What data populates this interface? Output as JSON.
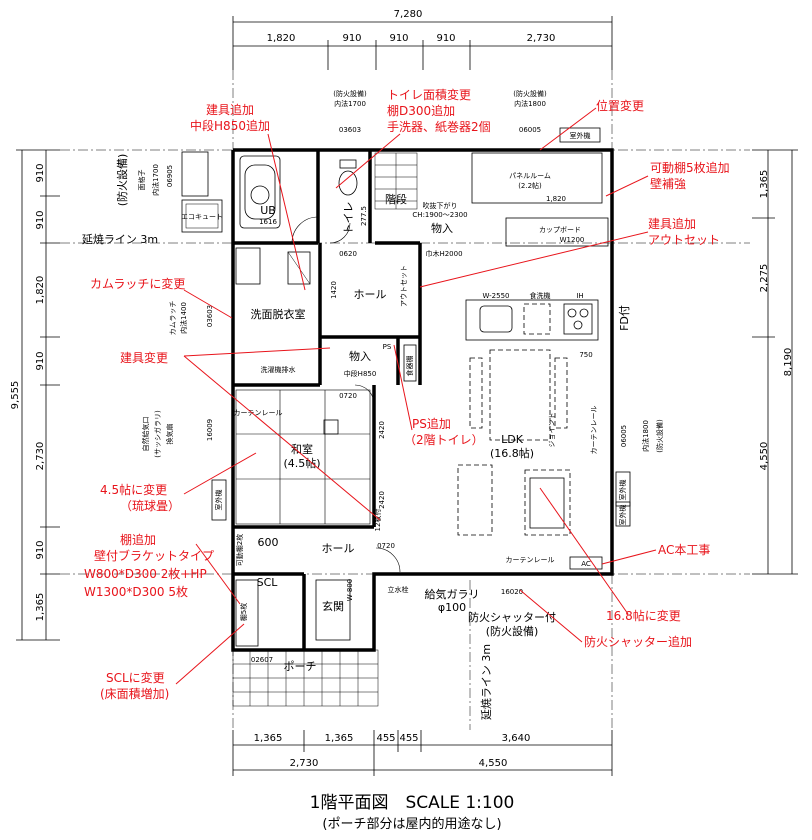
{
  "dims": {
    "top_total": "7,280",
    "top_segments": [
      "1,820",
      "910",
      "910",
      "910",
      "2,730"
    ],
    "bottom_segments": [
      "1,365",
      "1,365",
      "455",
      "455",
      "3,640"
    ],
    "bottom_totals": [
      "2,730",
      "4,550"
    ],
    "left_total": "9,555",
    "left_segments": [
      "910",
      "910",
      "1,820",
      "910",
      "2,730",
      "910",
      "1,365"
    ],
    "right_segments": [
      "1,365",
      "2,275",
      "4,550"
    ],
    "right_total": "8,190"
  },
  "rooms": {
    "ub": "UB",
    "ub_size": "1616",
    "ecocute": "エコキュート",
    "toilet": "トイレ",
    "kaidan": "階段",
    "monoire_top": "物入",
    "hall": "ホール",
    "senmen": "洗面脱衣室",
    "monoire_mid": "物入",
    "nakadan": "中段H850",
    "washitsu": "和室",
    "washitsu_size": "(4.5帖)",
    "ldk": "LDK",
    "ldk_size": "(16.8帖)",
    "hall_bottom": "ホール",
    "genkan": "玄関",
    "scl": "SCL",
    "porch": "ポーチ",
    "panel_room": "パネルルーム",
    "panel_size": "(2.2帖)",
    "cupboard": "カップボード",
    "cupboard_w": "W1200",
    "dishwasher": "食洗機",
    "ih": "IH",
    "counter_w": "W-2550",
    "shokkidana": "食器棚",
    "ps": "PS",
    "tate_mizusen": "立水栓",
    "kyuki_garari": "給気ガラリ",
    "kyuki_phi": "φ100",
    "shutter": "防火シャッター付",
    "shutter2": "(防火設備)",
    "tana_w800": "W-800",
    "ac": "AC",
    "enshou_left": "延焼ライン 3m",
    "enshou_bottom": "延焼ライン 3m",
    "fd": "FD付",
    "rokaku": "600"
  },
  "small_labels": {
    "bouka_left_a": "(防火設備)",
    "bouka_left_b": "面格子",
    "bouka_left_c": "内法1700",
    "code_06905": "06905",
    "bouka_top1": "(防火設備)",
    "bouka_top1_size": "内法1700",
    "code_03603_top": "03603",
    "bouka_top2": "(防火設備)",
    "bouka_top2_size": "内法1800",
    "code_06005_top": "06005",
    "code_03603_side": "03603",
    "kamurachi_left": "カムラッチ",
    "kamurachi_size": "内法1400",
    "code_16009": "16009",
    "shizen_kyuki": "自然給気口",
    "shizen_kyuki2": "(サッシガラリ)",
    "kanki": "換気扇",
    "code_06005_right": "06005",
    "bouka_right_a": "(防火設備)",
    "bouka_right_b": "内法1800",
    "code_16020": "16020",
    "code_02607": "02607",
    "kanki_top": "室外機",
    "kanki_right1": "室外機",
    "kanki_right2": "室外機",
    "kanki_left": "室外機",
    "fukinuke": "吹抜下がり",
    "fukinuke_size": "CH:1900〜2300",
    "teshuki_note": "巾木H2000",
    "d0620": "0620",
    "d0720a": "0720",
    "d0720b": "0720",
    "d2420a": "2420",
    "d2420b": "2420",
    "s2715": "277.5",
    "width_1820": "1,820",
    "width_750": "750",
    "d1420": "1420",
    "sentaku": "洗濯機排水",
    "tokonoma": "12枚付",
    "kurozai": "可動棚2枚",
    "kutsu": "棚5枚",
    "cap1_curtain": "カーテンレール",
    "cap2_curtain": "カーテンレール",
    "cap3_curtain": "カーテンレール",
    "outset": "アウトセット",
    "jimu": "ジョイント"
  },
  "annotations": {
    "tateguA": "建具追加",
    "tateguA2": "中段H850追加",
    "toilet_change": "トイレ面積変更",
    "toilet_change2": "棚D300追加",
    "toilet_change3": "手洗器、紙巻器2個",
    "ichi_henkou": "位置変更",
    "kadou": "可動棚5枚追加",
    "kadou2": "壁補強",
    "tateguB": "建具追加",
    "tateguB2": "アウトセット",
    "kamu": "カムラッチに変更",
    "tateguC": "建具変更",
    "ps_add": "PS追加",
    "ps_add2": "（2階トイレ）",
    "jyou": "4.5帖に変更",
    "jyou2": "（琉球畳）",
    "tana": "棚追加",
    "tana2": "壁付ブラケットタイプ",
    "tana3": "W800*D300 2枚+HP",
    "tana4": "W1300*D300 5枚",
    "ac": "AC本工事",
    "ldk168": "16.8帖に変更",
    "shutter": "防火シャッター追加",
    "scl": "SCLに変更",
    "scl2": "(床面積増加)"
  },
  "caption": {
    "title": "1階平面図　SCALE 1:100",
    "subtitle": "(ポーチ部分は屋内的用途なし)"
  }
}
